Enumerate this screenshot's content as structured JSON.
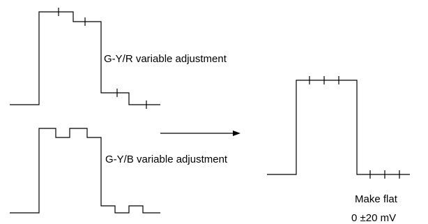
{
  "labels": {
    "gy_r": "G-Y/R variable adjustment",
    "gy_b": "G-Y/B variable adjustment",
    "make_flat": "Make flat",
    "tolerance": "0 ±20 mV"
  },
  "colors": {
    "line": "#000000",
    "background": "#ffffff"
  }
}
